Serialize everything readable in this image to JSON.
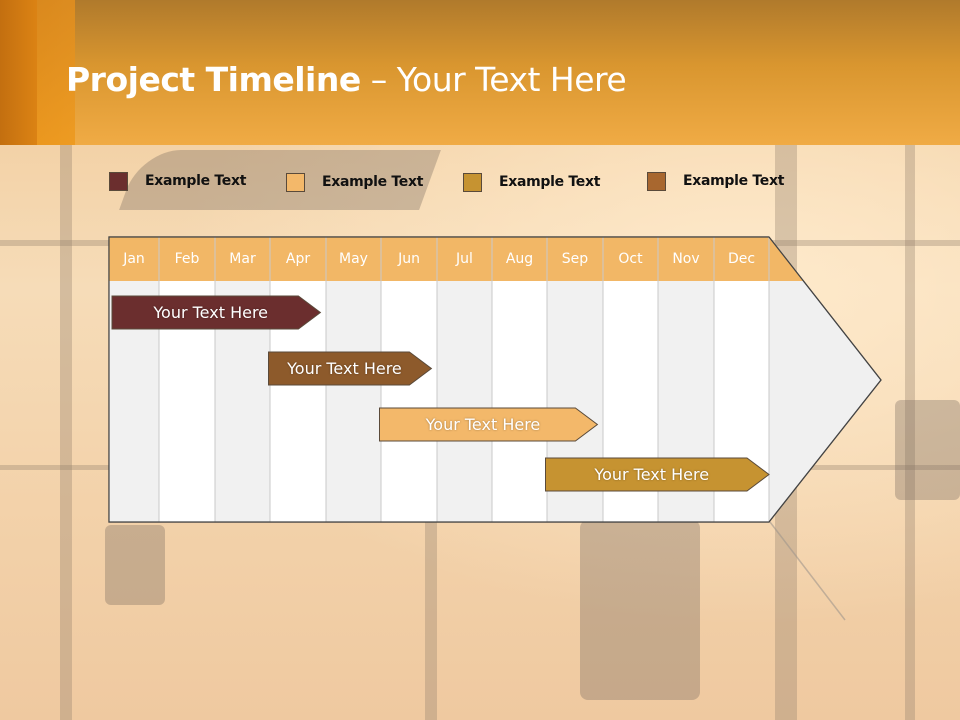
{
  "header": {
    "title_bold": "Project Timeline",
    "title_rest": " – Your Text Here"
  },
  "colors": {
    "header": "#e39a30",
    "month_header": "#f2b766",
    "maroon": "#6b2e2e",
    "brown": "#8d5a2b",
    "light_orange": "#f3b86a",
    "gold": "#c69331",
    "legend_brown": "#a8672f"
  },
  "legend": [
    {
      "label": "Example Text",
      "color": "#6b2e2e"
    },
    {
      "label": "Example Text",
      "color": "#f3b86a"
    },
    {
      "label": "Example Text",
      "color": "#c69331"
    },
    {
      "label": "Example Text",
      "color": "#a8672f"
    }
  ],
  "timeline": {
    "months": [
      "Jan",
      "Feb",
      "Mar",
      "Apr",
      "May",
      "Jun",
      "Jul",
      "Aug",
      "Sep",
      "Oct",
      "Nov",
      "Dec"
    ],
    "tasks": [
      {
        "label": "Your  Text Here",
        "start": 0,
        "end": 3.9,
        "color": "#6b2e2e"
      },
      {
        "label": "Your  Text Here",
        "start": 2.9,
        "end": 5.9,
        "color": "#8d5a2b"
      },
      {
        "label": "Your  Text Here",
        "start": 4.9,
        "end": 8.9,
        "color": "#f3b86a"
      },
      {
        "label": "Your  Text Here",
        "start": 7.9,
        "end": 12,
        "color": "#c69331"
      }
    ]
  }
}
